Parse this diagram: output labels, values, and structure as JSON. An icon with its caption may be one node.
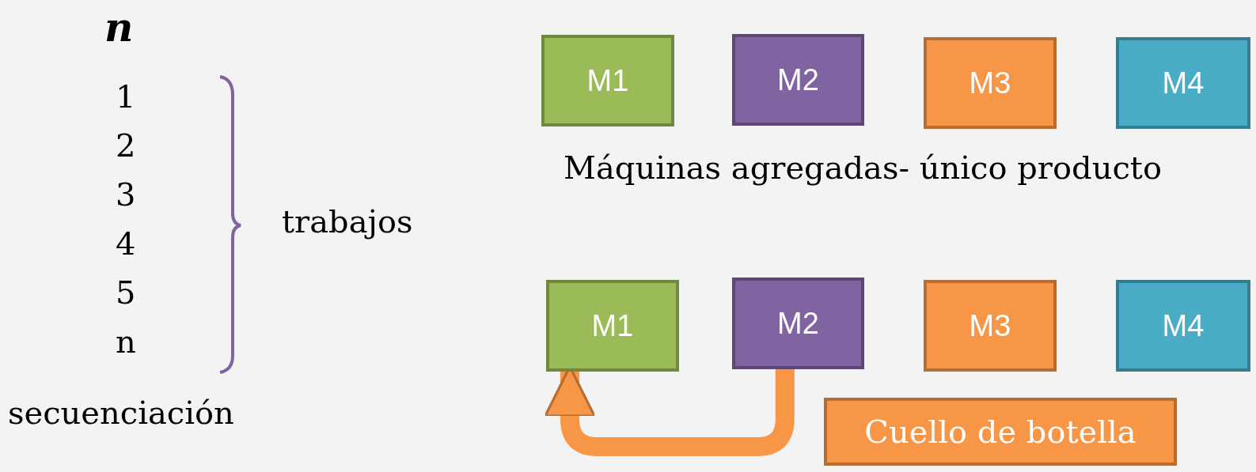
{
  "diagram": {
    "nodes": [
      {
        "text": [
          "M1"
        ]
      },
      {
        "text": [
          "M2"
        ]
      },
      {
        "text": [
          "M3"
        ]
      },
      {
        "text": [
          "M4"
        ]
      },
      {
        "text": [
          "M1"
        ]
      },
      {
        "text": [
          "M2"
        ]
      },
      {
        "text": [
          "M3"
        ]
      },
      {
        "text": [
          "M4"
        ]
      },
      {
        "text": [
          "Cuello de botella"
        ]
      }
    ],
    "edges": [
      {
        "from": 5,
        "to": 4,
        "arrow": "to"
      }
    ],
    "labels": [
      "n",
      "1",
      "2",
      "3",
      "4",
      "5",
      "n",
      "trabajos",
      "Máquinas agregadas- único producto",
      "secuenciación"
    ]
  }
}
